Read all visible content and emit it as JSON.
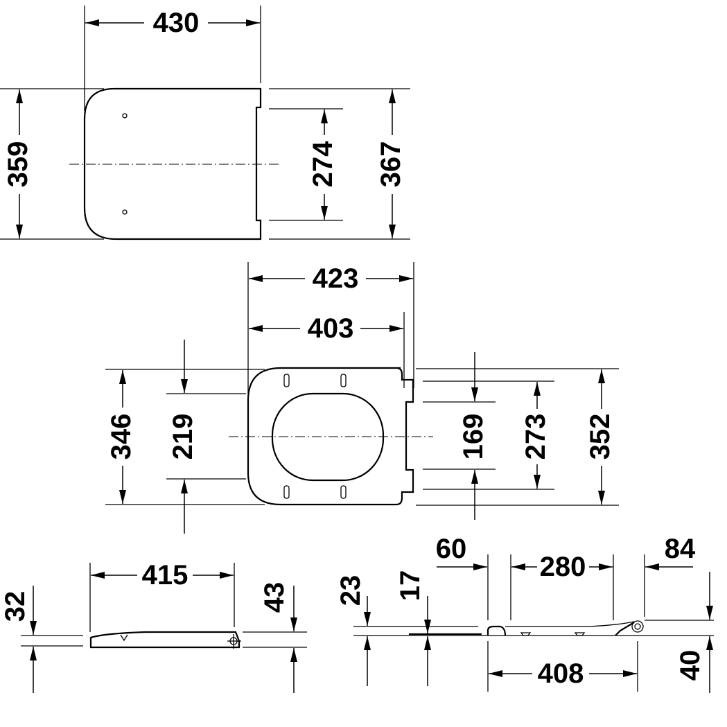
{
  "dimensions": {
    "top_view": {
      "width": "430",
      "depth_left": "359",
      "hinge_spacing": "274",
      "depth_right": "367"
    },
    "seat_view": {
      "overall": "423",
      "inner": "403",
      "depth_outer_left": "346",
      "opening": "219",
      "hinge_inner": "169",
      "hinge_outer": "273",
      "depth_right": "352"
    },
    "side_view_closed": {
      "length": "415",
      "height_front": "32",
      "height_rear": "43"
    },
    "side_view_profile": {
      "offset_front": "60",
      "span": "280",
      "offset_rear": "84",
      "height_23": "23",
      "height_17": "17",
      "length": "408",
      "height_rear": "40"
    }
  }
}
